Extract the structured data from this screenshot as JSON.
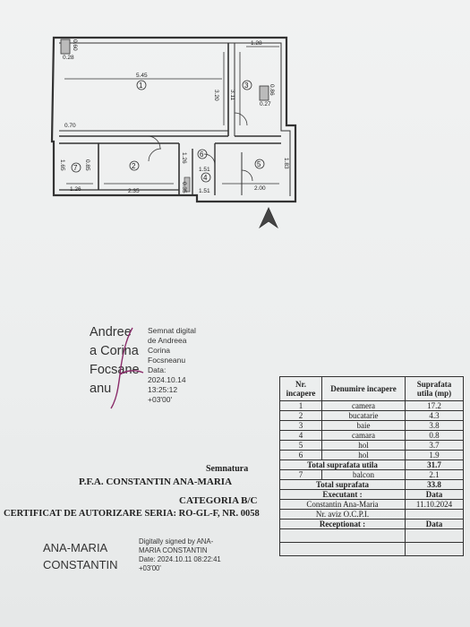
{
  "plan": {
    "room_numbers": [
      "1",
      "2",
      "3",
      "4",
      "5",
      "6",
      "7"
    ],
    "dimensions": {
      "d_545": "5.45",
      "d_320": "3.20",
      "d_311": "3.11",
      "d_128": "1.28",
      "d_028a": "0.28",
      "d_060": "0.60",
      "d_027": "0.27",
      "d_070": "0.70",
      "d_086": "0.86",
      "d_165": "1.65",
      "d_085": "0.85",
      "d_126a": "1.26",
      "d_235": "2.35",
      "d_126b": "1.26",
      "d_151a": "1.51",
      "d_151b": "1.51",
      "d_035": "0.35",
      "d_200": "2.00",
      "d_183": "1.83"
    }
  },
  "signature1": {
    "name_lines": [
      "Andree",
      "a Corina",
      "Focsane",
      "anu"
    ],
    "detail_lines": [
      "Semnat digital",
      "de Andreea",
      "Corina",
      "Focsneanu",
      "Data:",
      "2024.10.14",
      "13:25:12",
      "+03'00'"
    ]
  },
  "seal": {
    "line1": "Semnatura",
    "line2": "P.F.A. CONSTANTIN ANA-MARIA",
    "line3": "CATEGORIA B/C",
    "line4": "CERTIFICAT DE AUTORIZARE SERIA: RO-GL-F, NR. 0058"
  },
  "signature2": {
    "name_lines": [
      "ANA-MARIA",
      "CONSTANTIN"
    ],
    "detail_lines": [
      "Digitally signed by ANA-",
      "MARIA CONSTANTIN",
      "Date: 2024.10.11 08:22:41",
      "+03'00'"
    ]
  },
  "table": {
    "headers": [
      "Nr. incapere",
      "Denumire incapere",
      "Suprafata utila (mp)"
    ],
    "rows": [
      {
        "nr": "1",
        "name": "camera",
        "area": "17.2"
      },
      {
        "nr": "2",
        "name": "bucatarie",
        "area": "4.3"
      },
      {
        "nr": "3",
        "name": "baie",
        "area": "3.8"
      },
      {
        "nr": "4",
        "name": "camara",
        "area": "0.8"
      },
      {
        "nr": "5",
        "name": "hol",
        "area": "3.7"
      },
      {
        "nr": "6",
        "name": "hol",
        "area": "1.9"
      }
    ],
    "total_useful_label": "Total suprafata utila",
    "total_useful_value": "31.7",
    "balcon": {
      "nr": "7",
      "name": "balcon",
      "area": "2.1"
    },
    "total_label": "Total suprafata",
    "total_value": "33.8",
    "executant_label": "Executant :",
    "data_label": "Data",
    "executant_name": "Constantin Ana-Maria",
    "executant_date": "11.10.2024",
    "aviz_label": "Nr. aviz O.C.P.I.",
    "receptionat_label": "Receptionat :",
    "receptionat_data": "Data"
  }
}
